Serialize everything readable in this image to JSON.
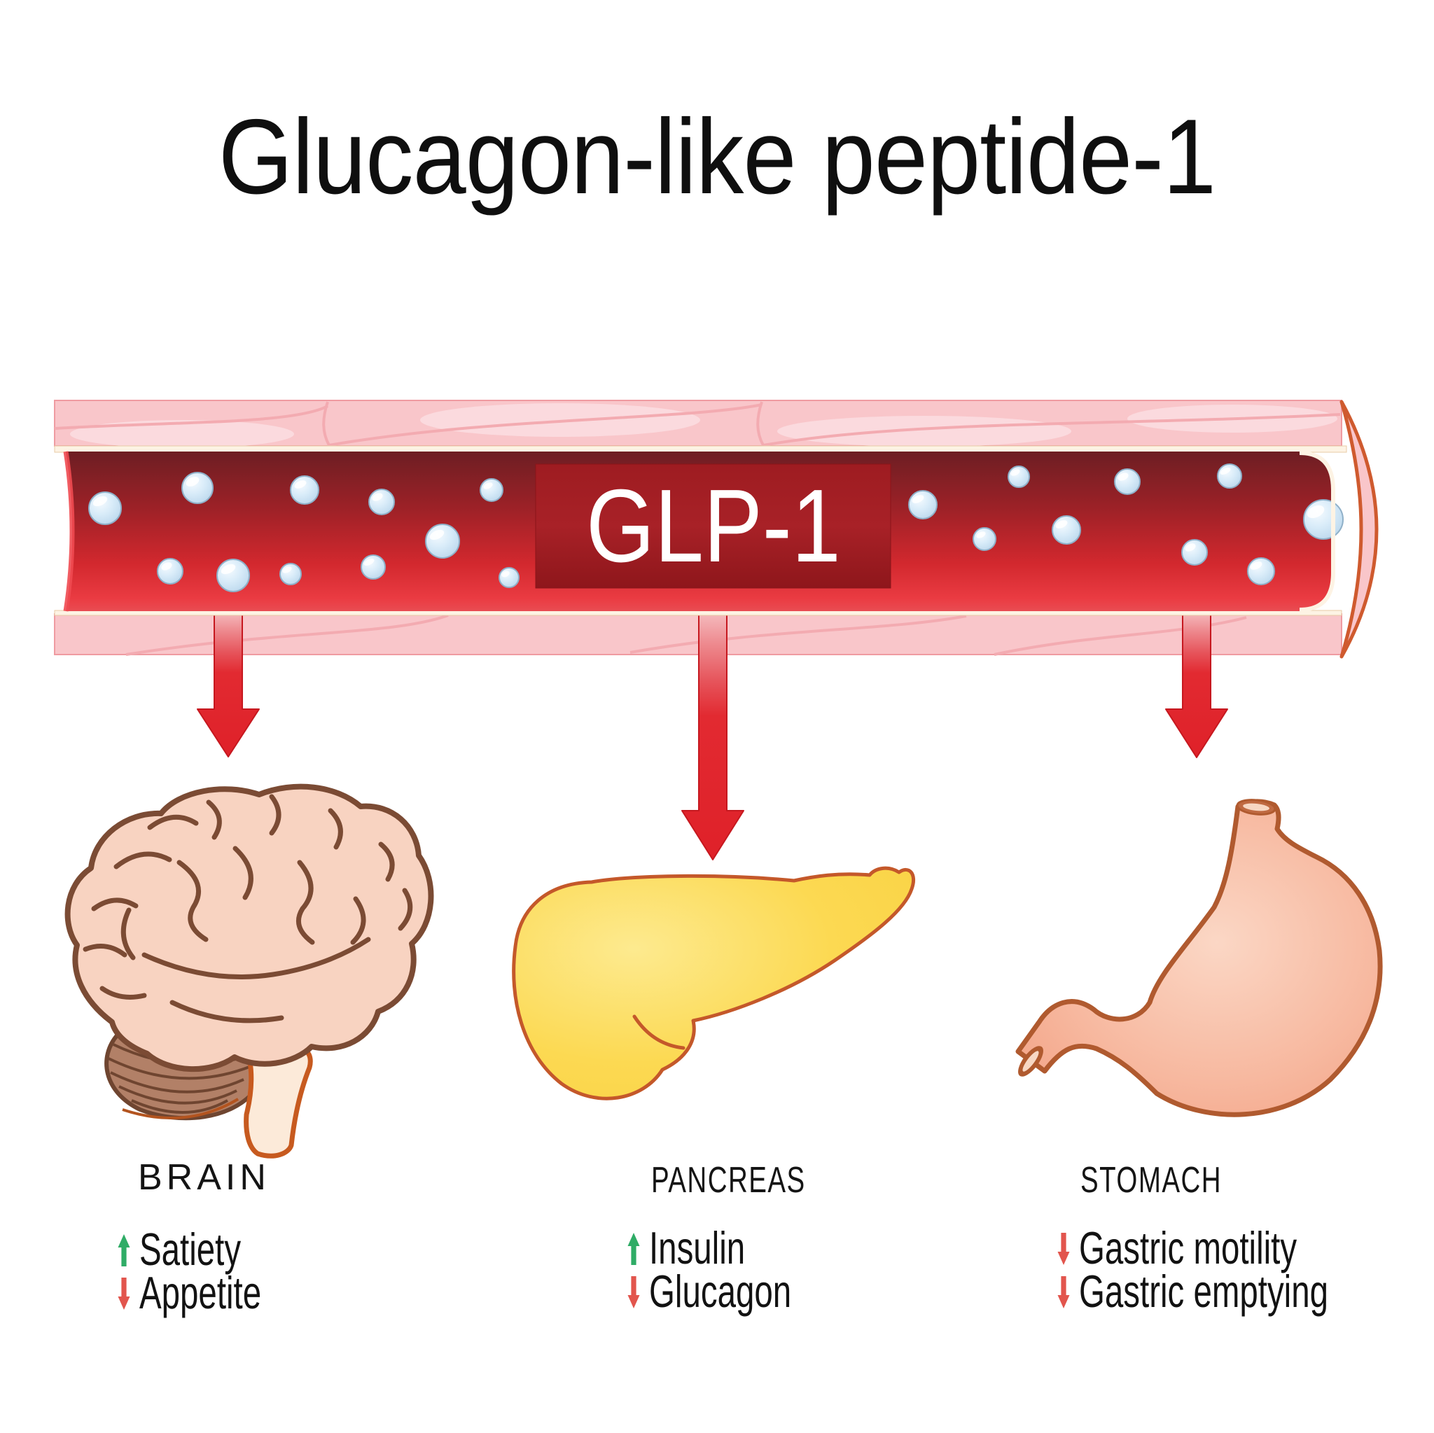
{
  "title": "Glucagon-like peptide-1",
  "vessel": {
    "label": "GLP-1",
    "wall_color": "#f9c6ca",
    "blood_gradient_top": "#6d1e23",
    "blood_gradient_bottom": "#ea3b42",
    "label_box_color": "#9e1c21",
    "molecule_fill": "#d9ecf9",
    "molecule_outline": "#8fb0c8"
  },
  "flow_arrow_color": "#e2272e",
  "organs": [
    {
      "name": "BRAIN",
      "effects": [
        {
          "direction": "up",
          "label": "Satiety",
          "color": "#2fac66"
        },
        {
          "direction": "down",
          "label": "Appetite",
          "color": "#e2554d"
        }
      ]
    },
    {
      "name": "PANCREAS",
      "effects": [
        {
          "direction": "up",
          "label": "Insulin",
          "color": "#2fac66"
        },
        {
          "direction": "down",
          "label": "Glucagon",
          "color": "#e2554d"
        }
      ]
    },
    {
      "name": "STOMACH",
      "effects": [
        {
          "direction": "down",
          "label": "Gastric motility",
          "color": "#e2554d"
        },
        {
          "direction": "down",
          "label": "Gastric emptying",
          "color": "#e2554d"
        }
      ]
    }
  ]
}
